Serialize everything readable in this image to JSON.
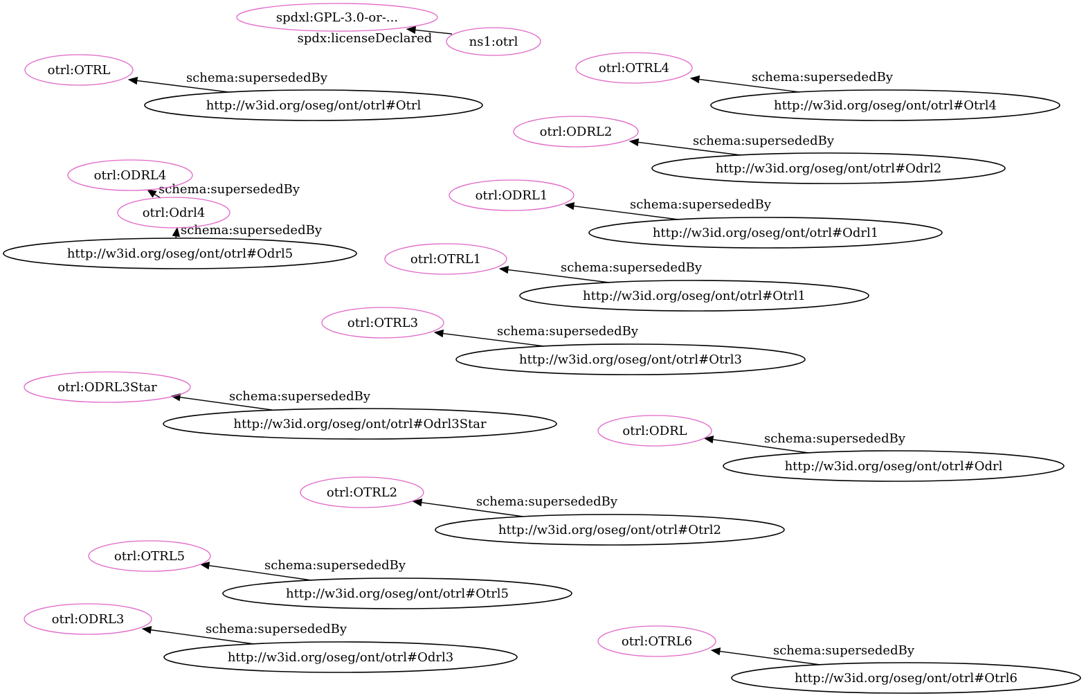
{
  "diagram": {
    "nodes": [
      {
        "id": "n1",
        "label": "spdxl:GPL-3.0-or-...",
        "style": "pink"
      },
      {
        "id": "n2",
        "label": "ns1:otrl",
        "style": "pink"
      },
      {
        "id": "n3",
        "label": "otrl:OTRL",
        "style": "pink"
      },
      {
        "id": "n4",
        "label": "http://w3id.org/oseg/ont/otrl#Otrl",
        "style": "black"
      },
      {
        "id": "n5",
        "label": "otrl:OTRL4",
        "style": "pink"
      },
      {
        "id": "n6",
        "label": "http://w3id.org/oseg/ont/otrl#Otrl4",
        "style": "black"
      },
      {
        "id": "n7",
        "label": "otrl:ODRL2",
        "style": "pink"
      },
      {
        "id": "n8",
        "label": "http://w3id.org/oseg/ont/otrl#Odrl2",
        "style": "black"
      },
      {
        "id": "n9",
        "label": "otrl:ODRL4",
        "style": "pink"
      },
      {
        "id": "n10",
        "label": "otrl:Odrl4",
        "style": "pink"
      },
      {
        "id": "n11",
        "label": "http://w3id.org/oseg/ont/otrl#Odrl5",
        "style": "black"
      },
      {
        "id": "n12",
        "label": "otrl:ODRL1",
        "style": "pink"
      },
      {
        "id": "n13",
        "label": "http://w3id.org/oseg/ont/otrl#Odrl1",
        "style": "black"
      },
      {
        "id": "n14",
        "label": "otrl:OTRL1",
        "style": "pink"
      },
      {
        "id": "n15",
        "label": "http://w3id.org/oseg/ont/otrl#Otrl1",
        "style": "black"
      },
      {
        "id": "n16",
        "label": "otrl:OTRL3",
        "style": "pink"
      },
      {
        "id": "n17",
        "label": "http://w3id.org/oseg/ont/otrl#Otrl3",
        "style": "black"
      },
      {
        "id": "n18",
        "label": "otrl:ODRL3Star",
        "style": "pink"
      },
      {
        "id": "n19",
        "label": "http://w3id.org/oseg/ont/otrl#Odrl3Star",
        "style": "black"
      },
      {
        "id": "n20",
        "label": "otrl:ODRL",
        "style": "pink"
      },
      {
        "id": "n21",
        "label": "http://w3id.org/oseg/ont/otrl#Odrl",
        "style": "black"
      },
      {
        "id": "n22",
        "label": "otrl:OTRL2",
        "style": "pink"
      },
      {
        "id": "n23",
        "label": "http://w3id.org/oseg/ont/otrl#Otrl2",
        "style": "black"
      },
      {
        "id": "n24",
        "label": "otrl:OTRL5",
        "style": "pink"
      },
      {
        "id": "n25",
        "label": "http://w3id.org/oseg/ont/otrl#Otrl5",
        "style": "black"
      },
      {
        "id": "n26",
        "label": "otrl:ODRL3",
        "style": "pink"
      },
      {
        "id": "n27",
        "label": "http://w3id.org/oseg/ont/otrl#Odrl3",
        "style": "black"
      },
      {
        "id": "n28",
        "label": "otrl:OTRL6",
        "style": "pink"
      },
      {
        "id": "n29",
        "label": "http://w3id.org/oseg/ont/otrl#Otrl6",
        "style": "black"
      }
    ],
    "edges": [
      {
        "from": "n2",
        "to": "n1",
        "label": "spdx:licenseDeclared"
      },
      {
        "from": "n4",
        "to": "n3",
        "label": "schema:supersededBy"
      },
      {
        "from": "n6",
        "to": "n5",
        "label": "schema:supersededBy"
      },
      {
        "from": "n8",
        "to": "n7",
        "label": "schema:supersededBy"
      },
      {
        "from": "n10",
        "to": "n9",
        "label": "schema:supersededBy"
      },
      {
        "from": "n11",
        "to": "n10",
        "label": "schema:supersededBy"
      },
      {
        "from": "n13",
        "to": "n12",
        "label": "schema:supersededBy"
      },
      {
        "from": "n15",
        "to": "n14",
        "label": "schema:supersededBy"
      },
      {
        "from": "n17",
        "to": "n16",
        "label": "schema:supersededBy"
      },
      {
        "from": "n19",
        "to": "n18",
        "label": "schema:supersededBy"
      },
      {
        "from": "n21",
        "to": "n20",
        "label": "schema:supersededBy"
      },
      {
        "from": "n23",
        "to": "n22",
        "label": "schema:supersededBy"
      },
      {
        "from": "n25",
        "to": "n24",
        "label": "schema:supersededBy"
      },
      {
        "from": "n27",
        "to": "n26",
        "label": "schema:supersededBy"
      },
      {
        "from": "n29",
        "to": "n28",
        "label": "schema:supersededBy"
      }
    ]
  }
}
